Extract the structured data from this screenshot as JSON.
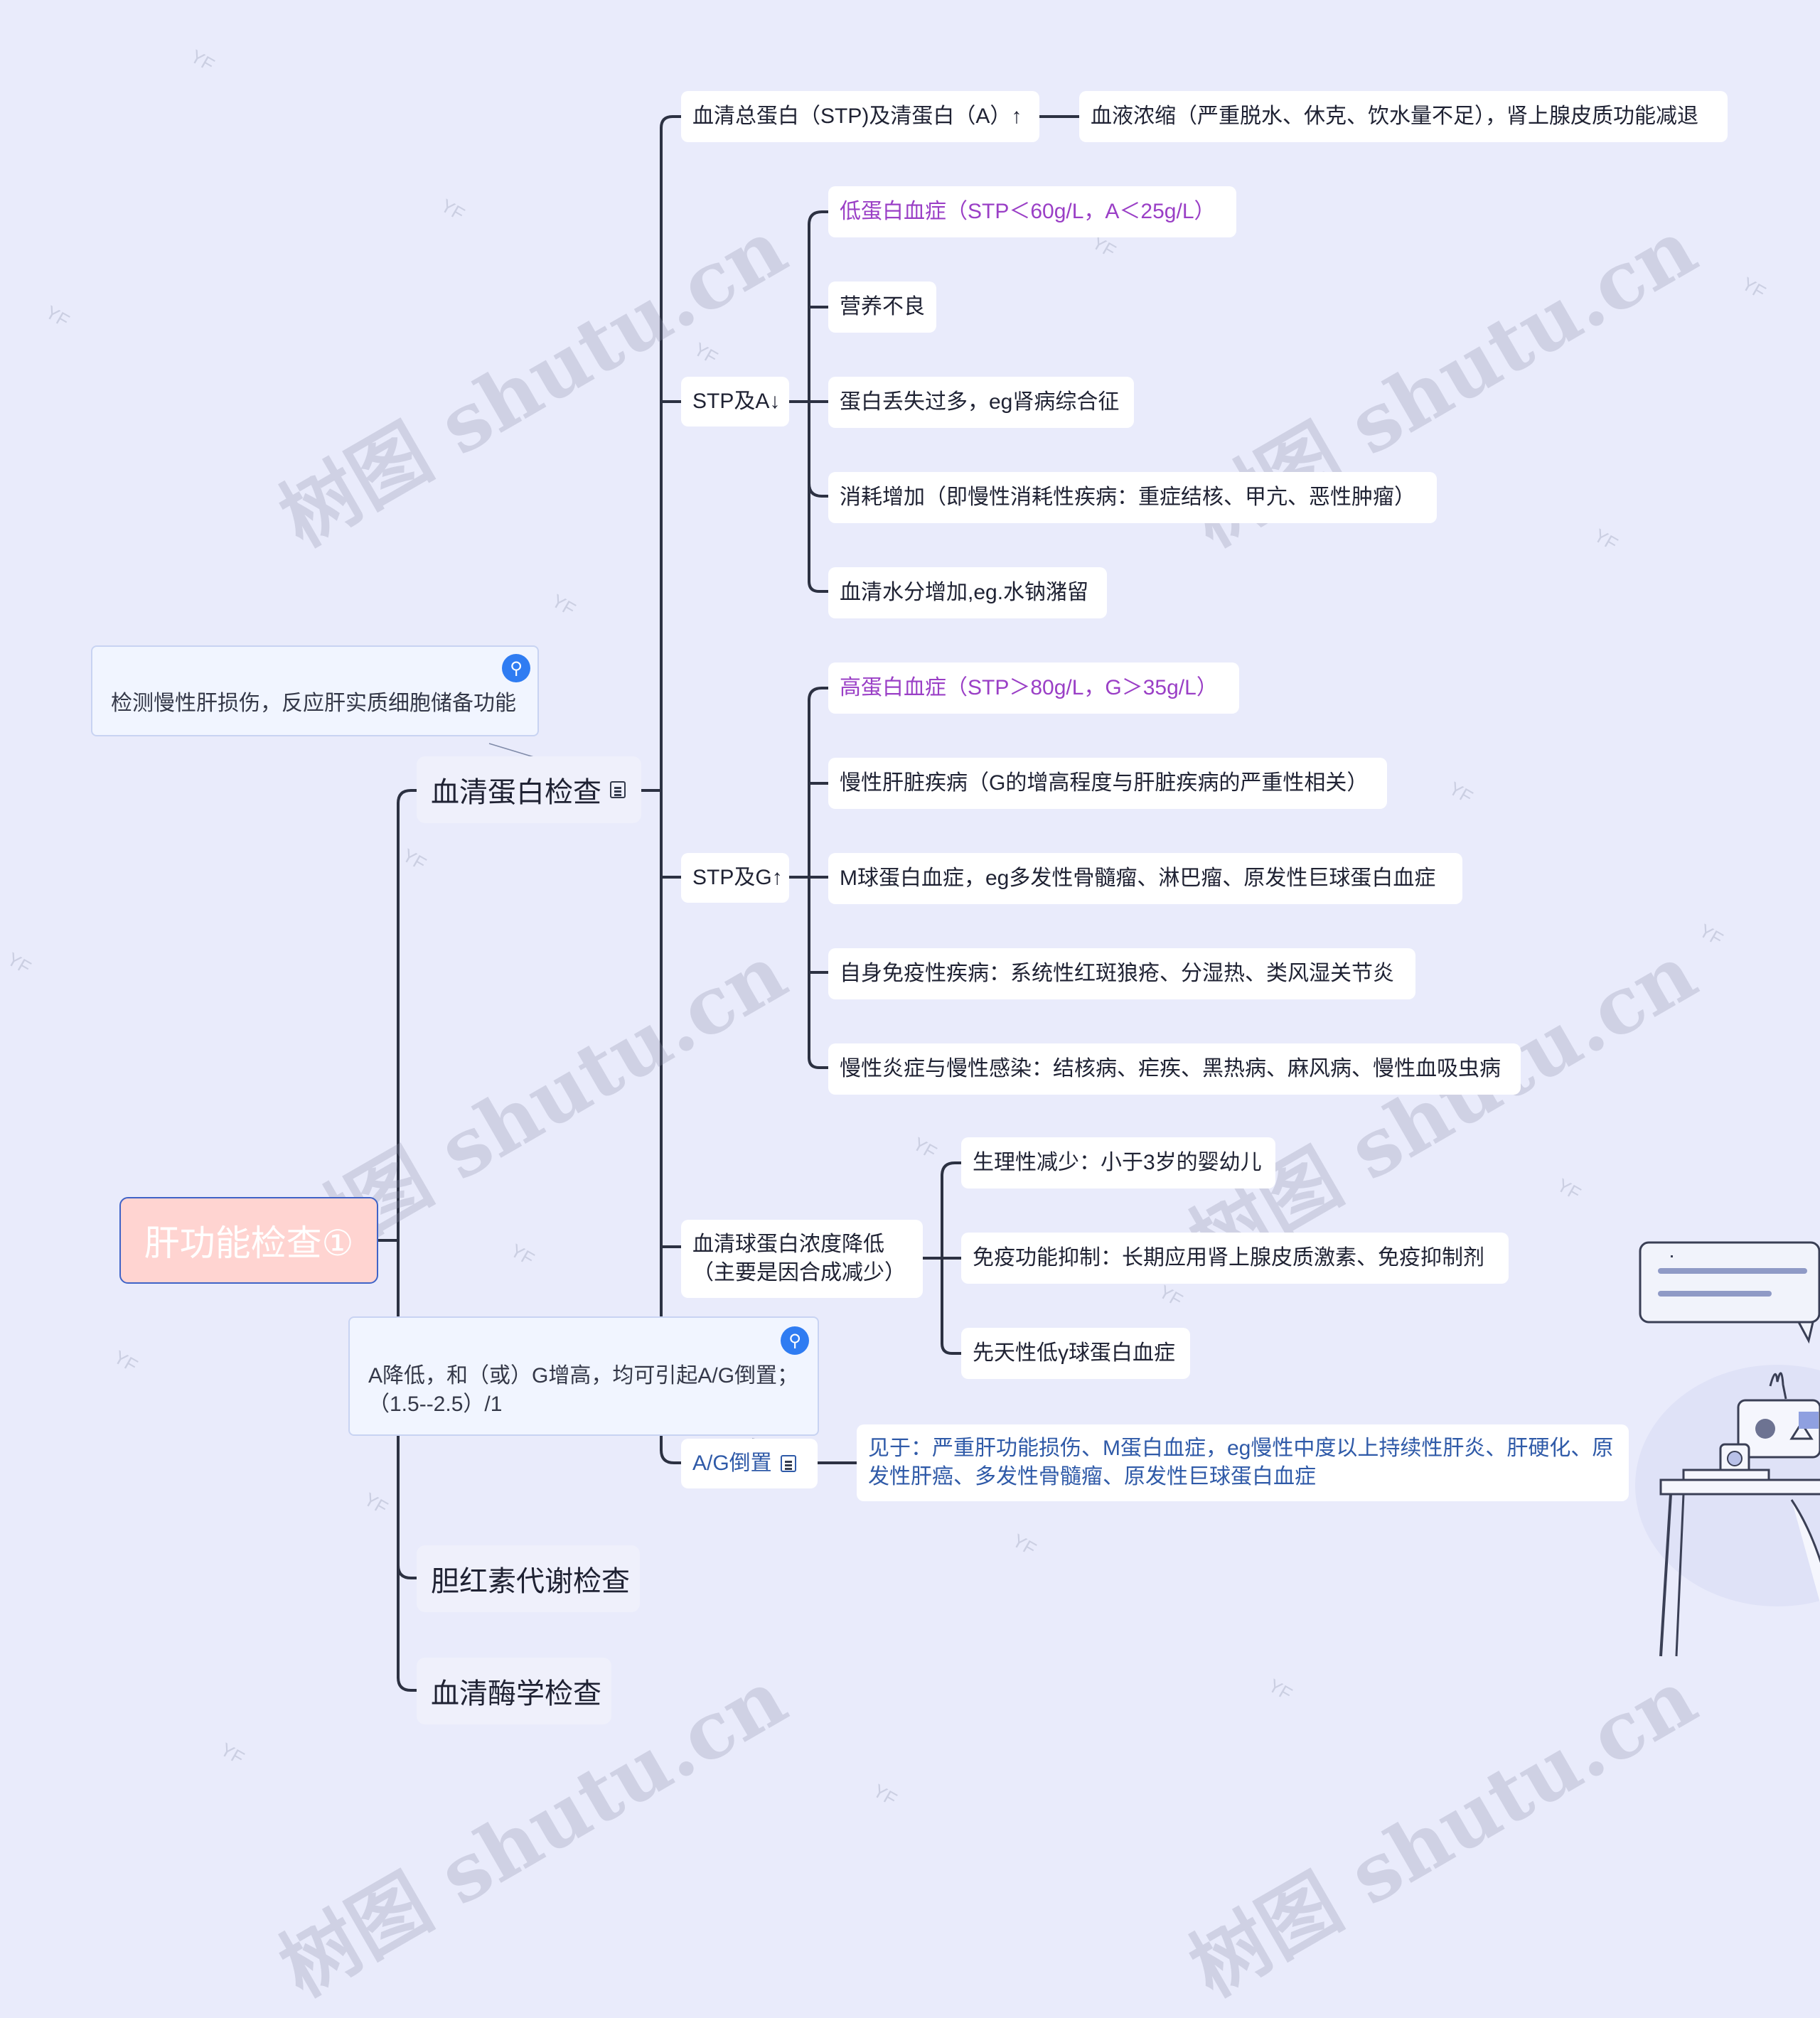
{
  "root": {
    "label": "肝功能检查①"
  },
  "branches": [
    {
      "label": "血清蛋白检查"
    },
    {
      "label": "胆红素代谢检查"
    },
    {
      "label": "血清酶学检查"
    }
  ],
  "notes": {
    "protein_note": "检测慢性肝损伤，反应肝实质细胞储备功能",
    "ag_note": "A降低，和（或）G增高，均可引起A/G倒置；（1.5--2.5）/1"
  },
  "protein": {
    "stp_up": {
      "label": "血清总蛋白（STP)及清蛋白（A）↑",
      "child": "血液浓缩（严重脱水、休克、饮水量不足），肾上腺皮质功能减退"
    },
    "stp_a_down": {
      "label": "STP及A↓",
      "children": [
        "低蛋白血症（STP＜60g/L，A＜25g/L）",
        "营养不良",
        "蛋白丢失过多，eg肾病综合征",
        "消耗增加（即慢性消耗性疾病：重症结核、甲亢、恶性肿瘤）",
        "血清水分增加,eg.水钠潴留"
      ]
    },
    "stp_g_up": {
      "label": "STP及G↑",
      "children": [
        "高蛋白血症（STP＞80g/L，G＞35g/L）",
        "慢性肝脏疾病（G的增高程度与肝脏疾病的严重性相关）",
        "M球蛋白血症，eg多发性骨髓瘤、淋巴瘤、原发性巨球蛋白血症",
        "自身免疫性疾病：系统性红斑狼疮、分湿热、类风湿关节炎",
        "慢性炎症与慢性感染：结核病、疟疾、黑热病、麻风病、慢性血吸虫病"
      ]
    },
    "globulin_down": {
      "label": "血清球蛋白浓度降低（主要是因合成减少）",
      "children": [
        "生理性减少：小于3岁的婴幼儿",
        "免疫功能抑制：长期应用肾上腺皮质激素、免疫抑制剂",
        "先天性低γ球蛋白血症"
      ]
    },
    "ag_inverted": {
      "label": "A/G倒置",
      "child": "见于：严重肝功能损伤、M蛋白血症，eg慢性中度以上持续性肝炎、肝硬化、原发性肝癌、多发性骨髓瘤、原发性巨球蛋白血症"
    }
  },
  "watermark": {
    "text": "树图 shutu.cn",
    "mark": "YF"
  },
  "colors": {
    "background": "#e9ebfb",
    "root_fill": "#ffd4d1",
    "root_border": "#3f63c7",
    "purple_text": "#9a3fc6",
    "blue_text": "#2f5aa8",
    "line": "#2c3142"
  }
}
